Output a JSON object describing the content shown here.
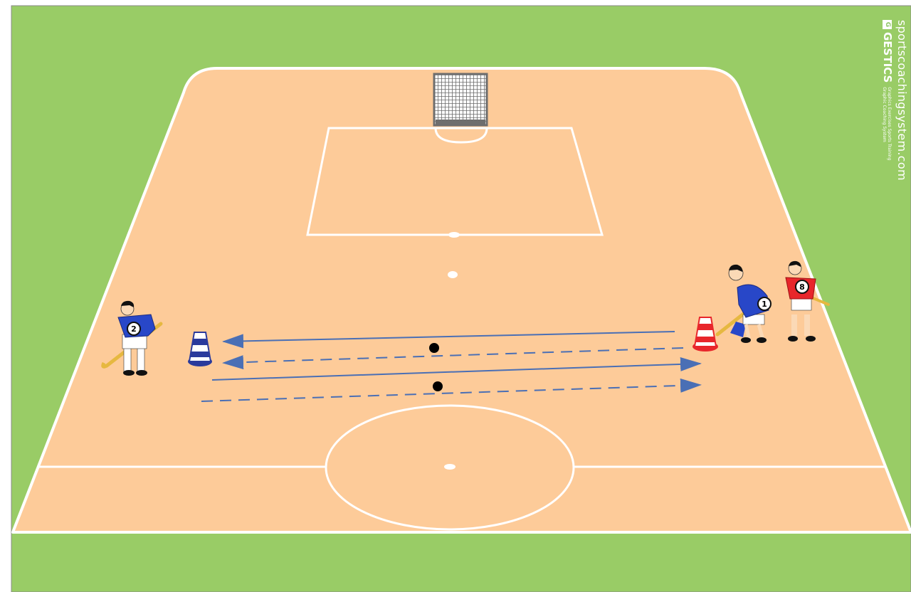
{
  "brand": {
    "url": "sportscoachingsystem.com",
    "name": "GESTICS",
    "tagline_1": "Graphics Exercises Sports Training",
    "tagline_2": "Graphic Coaching System"
  },
  "players": [
    {
      "team": "blue",
      "number": "2"
    },
    {
      "team": "blue",
      "number": "1"
    },
    {
      "team": "red",
      "number": "8"
    }
  ],
  "colors": {
    "grass": "#99cc66",
    "court": "#fdcb99",
    "lines": "#ffffff",
    "arrow": "#4a6fb5",
    "blue_team": "#2847c8",
    "red_team": "#e8262b",
    "cone_blue": "#2a3a9c",
    "cone_red": "#e8262b",
    "goal": "#7a7a7a",
    "ball": "#000000",
    "stick": "#e6b840"
  },
  "equipment": [
    {
      "type": "cone",
      "color": "blue"
    },
    {
      "type": "cone",
      "color": "red"
    },
    {
      "type": "goal"
    },
    {
      "type": "ball"
    },
    {
      "type": "ball"
    }
  ],
  "movements": [
    {
      "style": "solid",
      "direction": "left"
    },
    {
      "style": "dashed",
      "direction": "left"
    },
    {
      "style": "solid",
      "direction": "right"
    },
    {
      "style": "dashed",
      "direction": "right"
    }
  ]
}
